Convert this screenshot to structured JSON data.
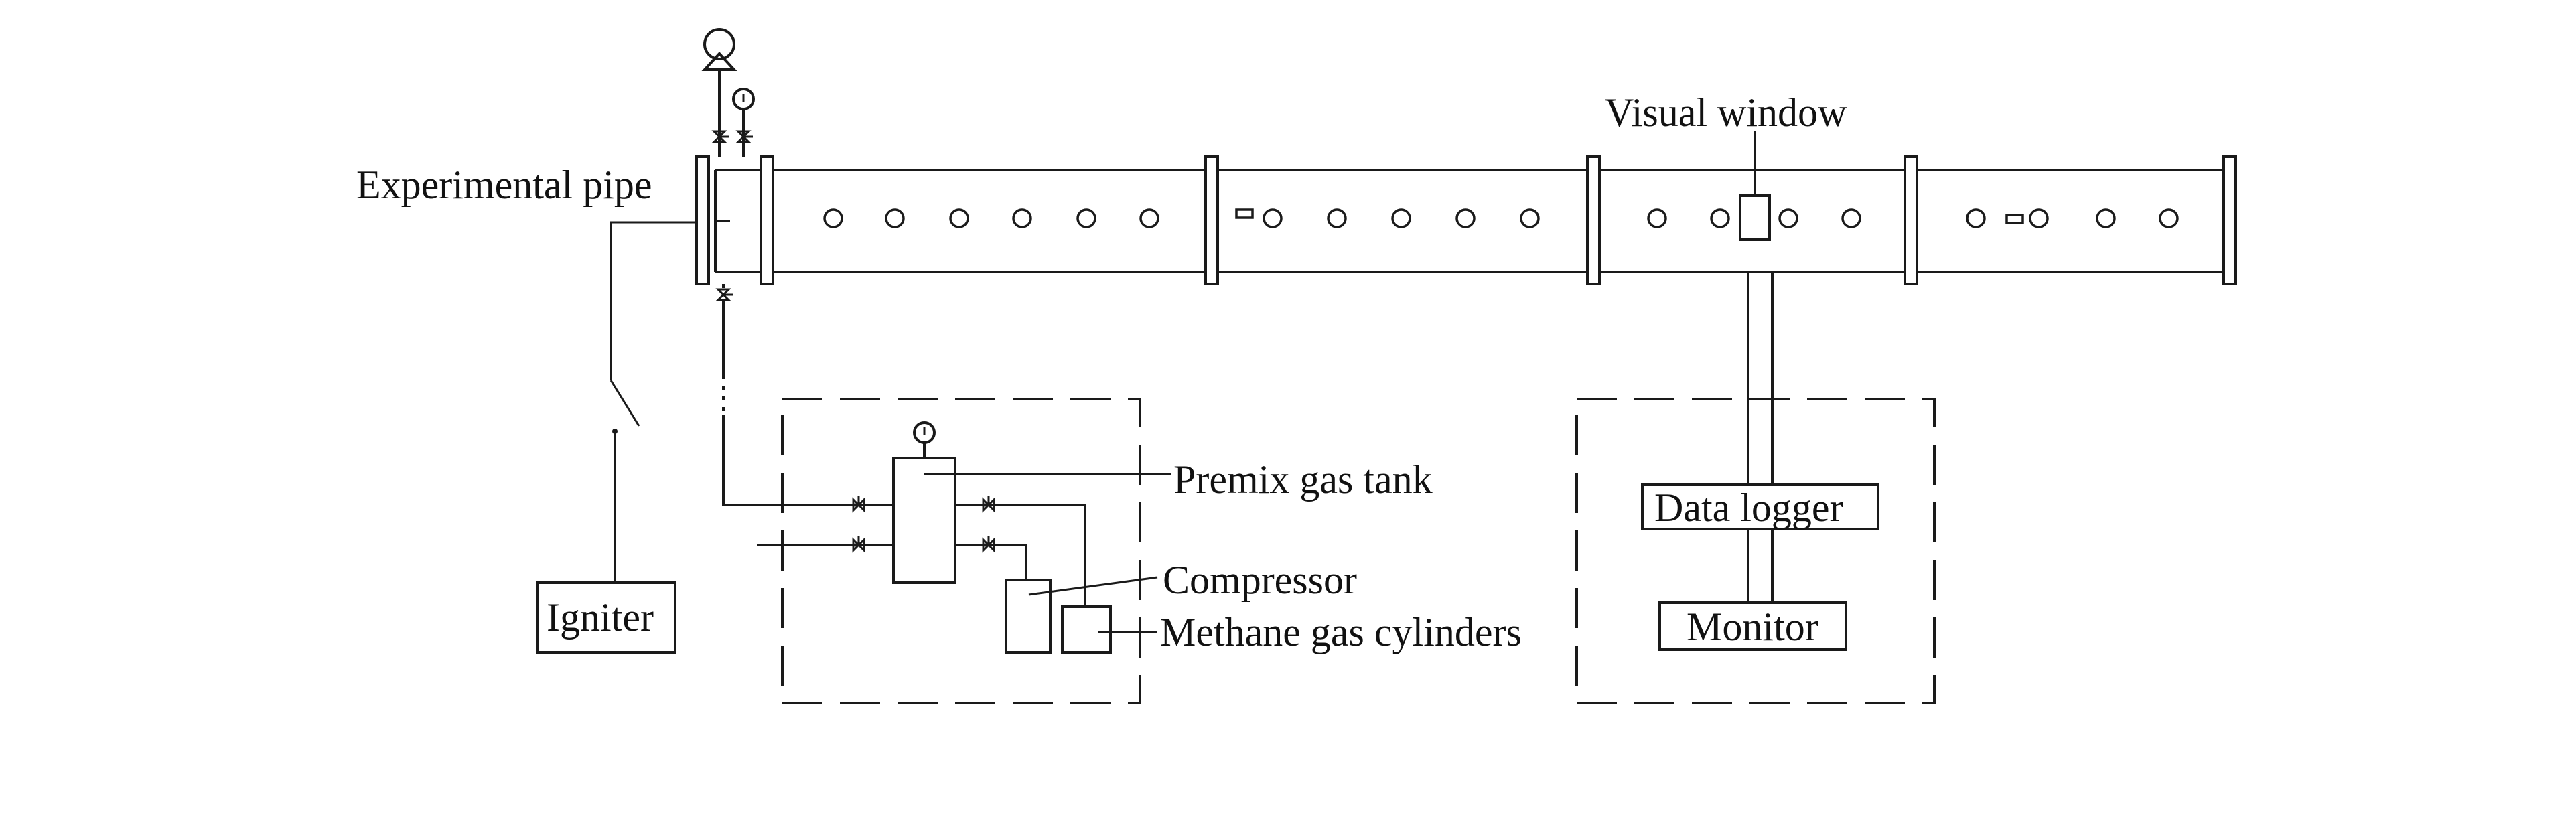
{
  "labels": {
    "experimental_pipe": "Experimental pipe",
    "visual_window": "Visual window",
    "premix_gas_tank": "Premix gas tank",
    "compressor": "Compressor",
    "methane_gas_cylinders": "Methane gas cylinders",
    "data_logger": "Data logger",
    "monitor": "Monitor",
    "igniter": "Igniter"
  },
  "icons": {
    "pressure_relief": "pressure-relief-icon",
    "pressure_gauge": "pressure-gauge-icon",
    "valve": "valve-icon",
    "sensor_port": "sensor-port-icon",
    "switch": "switch-icon"
  },
  "colors": {
    "line": "#1a1a1a",
    "background": "#ffffff"
  }
}
